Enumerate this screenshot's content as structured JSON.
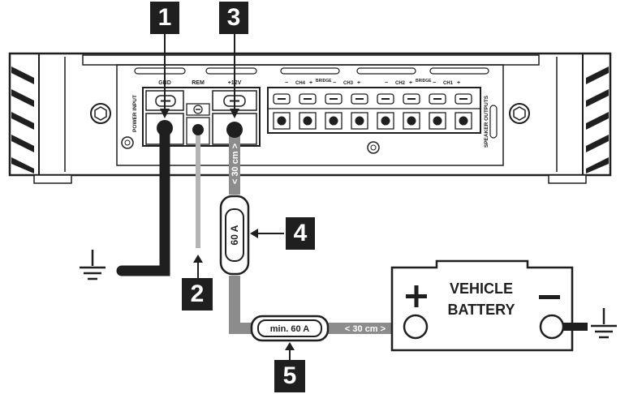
{
  "callouts": {
    "c1": "1",
    "c2": "2",
    "c3": "3",
    "c4": "4",
    "c5": "5"
  },
  "amp": {
    "gnd": "GND",
    "rem": "REM",
    "v12": "+12V",
    "power_input": "POWER INPUT",
    "speaker_outputs": "SPEAKER OUTPUTS",
    "ch4": "CH4",
    "ch3": "CH3",
    "ch2": "CH2",
    "ch1": "CH1",
    "bridge": "BRIDGE",
    "plus": "+",
    "minus": "−"
  },
  "cable": {
    "dist_vertical": "< 30 cm >",
    "fuse_near": "60 A",
    "fuse_main": "min. 60 A",
    "dist_horizontal": "< 30 cm >"
  },
  "battery": {
    "line1": "VEHICLE",
    "line2": "BATTERY",
    "plus": "+",
    "minus": "−"
  },
  "colors": {
    "ink": "#1f1f1f",
    "chassis": "#ffffff",
    "cable_black": "#1f1f1f",
    "cable_gray": "#8c8c8c",
    "remote_wire": "#b4b4b4"
  }
}
